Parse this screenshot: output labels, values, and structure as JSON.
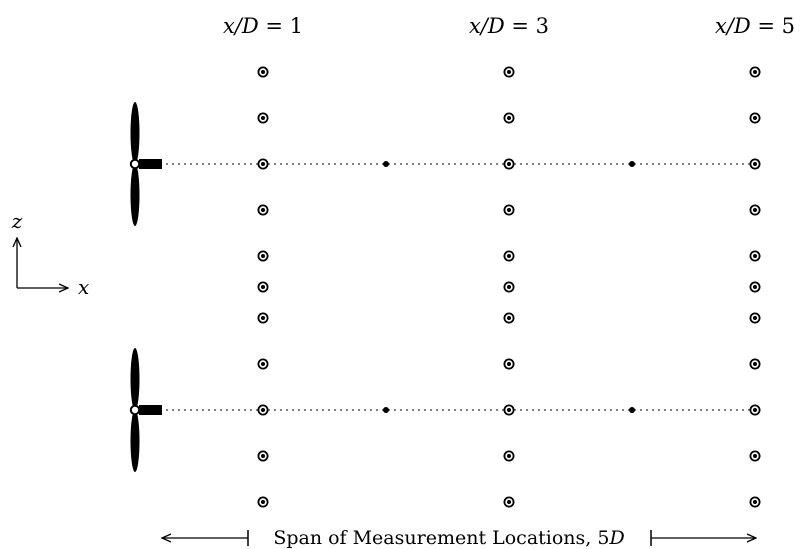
{
  "stations": [
    {
      "prefix": "x/D",
      "eq": " = ",
      "value": "1"
    },
    {
      "prefix": "x/D",
      "eq": " = ",
      "value": "3"
    },
    {
      "prefix": "x/D",
      "eq": " = ",
      "value": "5"
    }
  ],
  "axes": {
    "vertical": "z",
    "horizontal": "x"
  },
  "span": {
    "text": "Span of Measurement Locations, 5",
    "symbol": "D"
  },
  "turbine_count": 2,
  "probe_rows": 11,
  "colors": {
    "ink": "#000000",
    "background": "#ffffff"
  }
}
